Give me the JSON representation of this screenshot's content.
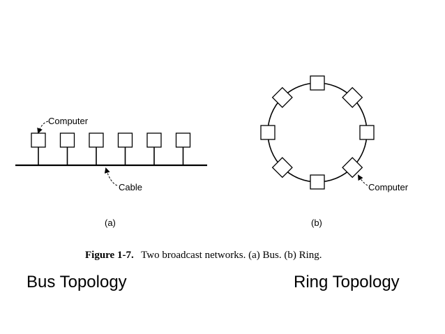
{
  "bus": {
    "computer_label": "Computer",
    "cable_label": "Cable",
    "sublabel": "(a)",
    "node_count": 6
  },
  "ring": {
    "computer_label": "Computer",
    "sublabel": "(b)",
    "node_count": 8
  },
  "caption": {
    "figure_number": "Figure 1-7.",
    "text": "Two broadcast networks. (a) Bus. (b) Ring."
  },
  "slide_labels": {
    "left": "Bus Topology",
    "right": "Ring Topology"
  },
  "colors": {
    "stroke": "#000000",
    "background": "#ffffff"
  }
}
